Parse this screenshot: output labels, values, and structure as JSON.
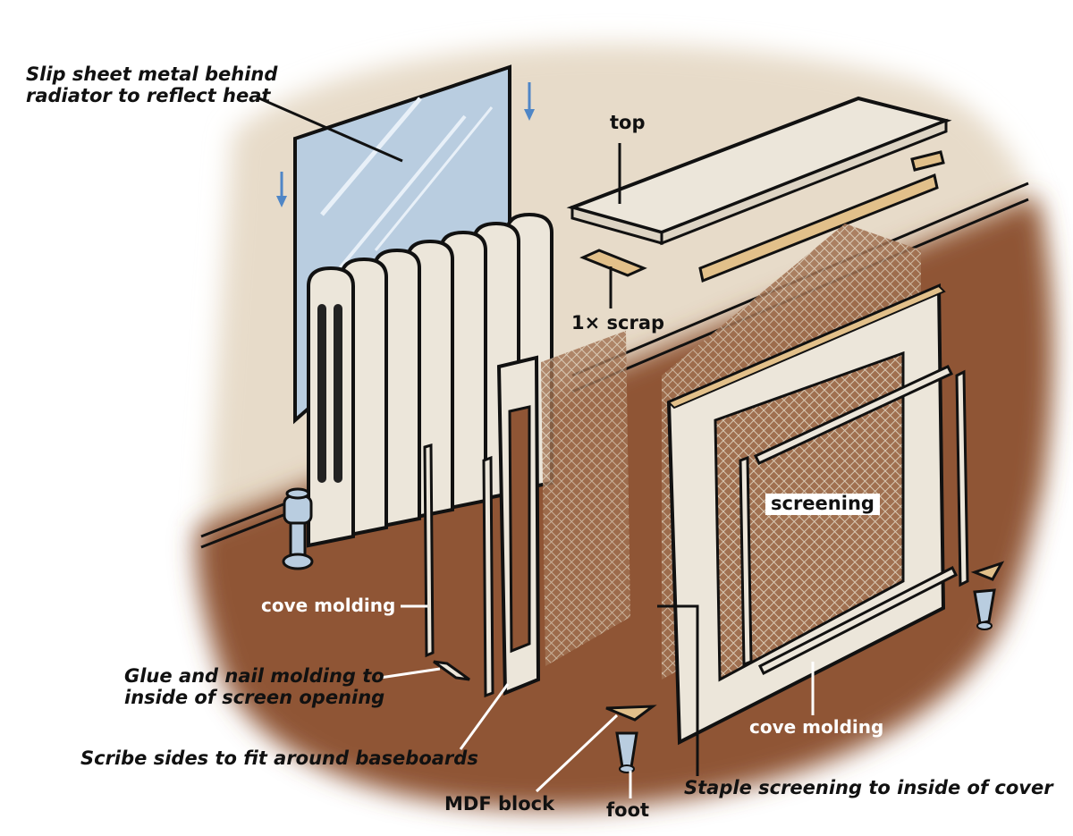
{
  "title": "Radiator cover exploded assembly diagram",
  "colors": {
    "wall": "#e8dccb",
    "floor": "#8f5535",
    "panel": "#ece6da",
    "wood": "#e2c08a",
    "metal": "#b9cde0",
    "arrow": "#4f86c6",
    "outline": "#111111"
  },
  "labels": {
    "sheet_metal": [
      "Slip sheet metal behind",
      "radiator to reflect heat"
    ],
    "top": "top",
    "scrap": "1× scrap",
    "screening": "screening",
    "cove_molding_left": "cove molding",
    "glue_nail": [
      "Glue and nail molding to",
      "inside of screen opening"
    ],
    "scribe": "Scribe sides to fit around baseboards",
    "mdf_block": "MDF block",
    "foot": "foot",
    "cove_molding_right": "cove molding",
    "staple": "Staple screening to inside of cover"
  },
  "parts": {
    "radiator_fins": 7,
    "direction_arrows": 2
  }
}
